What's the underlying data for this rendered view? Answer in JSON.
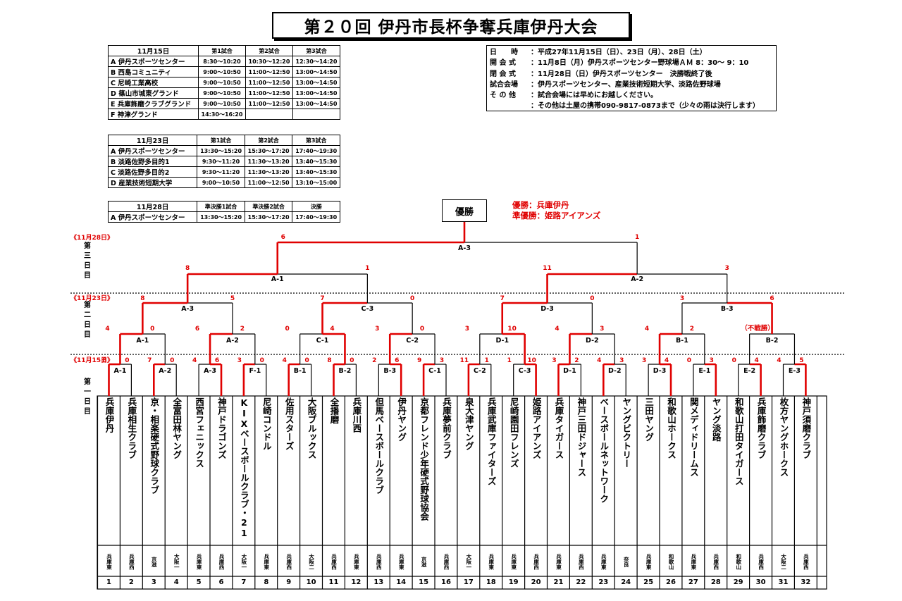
{
  "title": "第２０回 伊丹市長杯争奪兵庫伊丹大会",
  "schedule_1115": {
    "header": [
      "11月15日",
      "第1試合",
      "第2試合",
      "第3試合"
    ],
    "rows": [
      [
        "A 伊丹スポーツセンター",
        "8:30～10:20",
        "10:30～12:20",
        "12:30～14:20"
      ],
      [
        "B 西島コミュニティ",
        "9:00～10:50",
        "11:00～12:50",
        "13:00～14:50"
      ],
      [
        "C 尼崎工業高校",
        "9:00～10:50",
        "11:00～12:50",
        "13:00～14:50"
      ],
      [
        "D 篠山市城東グランド",
        "9:00～10:50",
        "11:00～12:50",
        "13:00～14:50"
      ],
      [
        "E 兵庫飾磨クラブグランド",
        "9:00～10:50",
        "11:00～12:50",
        "13:00～14:50"
      ],
      [
        "F 神津グランド",
        "14:30～16:20",
        "",
        ""
      ]
    ]
  },
  "schedule_1123": {
    "header": [
      "11月23日",
      "第1試合",
      "第2試合",
      "第3試合"
    ],
    "rows": [
      [
        "A 伊丹スポーツセンター",
        "13:30～15:20",
        "15:30～17:20",
        "17:40～19:30"
      ],
      [
        "B 淡路佐野多目的1",
        "9:30～11:20",
        "11:30～13:20",
        "13:40～15:30"
      ],
      [
        "C 淡路佐野多目的2",
        "9:30～11:20",
        "11:30～13:20",
        "13:40～15:30"
      ],
      [
        "D 産業技術短期大学",
        "9:00～10:50",
        "11:00～12:50",
        "13:10～15:00"
      ]
    ]
  },
  "schedule_1128": {
    "header": [
      "11月28日",
      "準決勝1試合",
      "準決勝2試合",
      "決勝"
    ],
    "rows": [
      [
        "A 伊丹スポーツセンター",
        "13:30～15:20",
        "15:30～17:20",
        "17:40～19:30"
      ]
    ]
  },
  "info": [
    {
      "k": "日　　時",
      "v": "：平成27年11月15日（日）、23日（月）、28日（土）"
    },
    {
      "k": "開 会 式",
      "v": "：11月8日（月）伊丹スポーツセンター野球場ＡＭ 8：30～ 9：10"
    },
    {
      "k": "閉 会 式",
      "v": "：11月28日（日）伊丹スポーツセンター　決勝戦終了後"
    },
    {
      "k": "試合会場",
      "v": "：伊丹スポーツセンター、産業技術短期大学、淡路佐野球場"
    },
    {
      "k": "そ の 他",
      "v": "：試合会場には早めにお越しください。"
    },
    {
      "k": "",
      "v": "：その他は土屋の携帯090-9817-0873まで（少々の雨は決行します）"
    }
  ],
  "champion_label": "優勝",
  "result_winner": "優勝：兵庫伊丹",
  "result_runnerup": "準優勝：姫路アイアンズ",
  "bye_note": "（不戦勝）",
  "day_labels": [
    {
      "date": "《11月28日》",
      "day": "第三日目"
    },
    {
      "date": "《11月23日》",
      "day": "第二日目"
    },
    {
      "date": "《11月15日》",
      "day": "第一日目"
    }
  ],
  "teams": [
    "兵庫伊丹",
    "兵庫相生クラブ",
    "京・相楽硬式野球クラブ",
    "全富田林ヤング",
    "西宮フェニックス",
    "神戸ドラゴンズ",
    "KIXベースボールクラブ・21",
    "尼崎コンドル",
    "佐用スターズ",
    "大阪ブルックス",
    "全播磨",
    "兵庫川西",
    "但馬ベースボールクラブ",
    "伊丹ヤング",
    "京都フレンド少年硬式野球協会",
    "兵庫夢前クラブ",
    "泉大津ヤング",
    "兵庫武庫ファイターズ",
    "尼崎園田フレンズ",
    "姫路アイアンズ",
    "兵庫タイガース",
    "神戸三田ドジャース",
    "ベースボールネットワーク",
    "ヤングビクトリー",
    "三田ヤング",
    "和歌山ホークス",
    "関メディドリームス",
    "ヤング淡路",
    "和歌山打田タイガース",
    "兵庫飾磨クラブ",
    "枚方ヤングホークス",
    "神戸須磨クラブ"
  ],
  "leagues": [
    "兵庫東",
    "兵庫西",
    "京滋",
    "大阪一",
    "兵庫東",
    "兵庫西",
    "大阪一",
    "兵庫東",
    "兵庫西",
    "大阪二",
    "兵庫西",
    "兵庫東",
    "兵庫西",
    "兵庫東",
    "京滋",
    "兵庫西",
    "大阪一",
    "兵庫東",
    "兵庫東",
    "兵庫西",
    "兵庫東",
    "兵庫西",
    "兵庫東",
    "奈良",
    "兵庫東",
    "和歌山",
    "兵庫東",
    "兵庫西",
    "和歌山",
    "兵庫西",
    "大阪二",
    "兵庫西"
  ],
  "numbers": [
    "1",
    "2",
    "3",
    "4",
    "5",
    "6",
    "7",
    "8",
    "9",
    "10",
    "11",
    "12",
    "13",
    "14",
    "15",
    "16",
    "17",
    "18",
    "19",
    "20",
    "21",
    "22",
    "23",
    "24",
    "25",
    "26",
    "27",
    "28",
    "29",
    "30",
    "31",
    "32"
  ],
  "r1_games": [
    {
      "label": "A-1",
      "s": [
        "8",
        "0"
      ],
      "w": 0
    },
    {
      "label": "A-2",
      "s": [
        "7",
        "0"
      ],
      "w": 0
    },
    {
      "label": "A-3",
      "s": [
        "4",
        "6"
      ],
      "w": 1
    },
    {
      "label": "F-1",
      "s": [
        "3",
        "0"
      ],
      "w": 0
    },
    {
      "label": "B-1",
      "s": [
        "4",
        "0"
      ],
      "w": 0
    },
    {
      "label": "B-2",
      "s": [
        "8",
        "0"
      ],
      "w": 0
    },
    {
      "label": "B-3",
      "s": [
        "2",
        "6"
      ],
      "w": 1
    },
    {
      "label": "C-1",
      "s": [
        "9",
        "3"
      ],
      "w": 0
    },
    {
      "label": "C-2",
      "s": [
        "11",
        "1"
      ],
      "w": 0
    },
    {
      "label": "C-3",
      "s": [
        "1",
        "10"
      ],
      "w": 1
    },
    {
      "label": "D-1",
      "s": [
        "3",
        "2"
      ],
      "w": 0
    },
    {
      "label": "D-2",
      "s": [
        "4",
        "3"
      ],
      "w": 0
    },
    {
      "label": "D-3",
      "s": [
        "3",
        "4"
      ],
      "w": 1
    },
    {
      "label": "E-1",
      "s": [
        "0",
        "3"
      ],
      "w": 1
    },
    {
      "label": "E-2",
      "s": [
        "0",
        "4"
      ],
      "w": 1
    },
    {
      "label": "E-3",
      "s": [
        "4",
        "5"
      ],
      "w": 1
    }
  ],
  "r2_games": [
    {
      "label": "A-1",
      "s": [
        "4",
        "0"
      ],
      "w": 0
    },
    {
      "label": "A-2",
      "s": [
        "6",
        "2"
      ],
      "w": 0
    },
    {
      "label": "C-1",
      "s": [
        "0",
        "4"
      ],
      "w": 1
    },
    {
      "label": "C-2",
      "s": [
        "3",
        "0"
      ],
      "w": 0
    },
    {
      "label": "D-1",
      "s": [
        "3",
        "10"
      ],
      "w": 1
    },
    {
      "label": "D-2",
      "s": [
        "4",
        "3"
      ],
      "w": 0
    },
    {
      "label": "B-1",
      "s": [
        "4",
        "2"
      ],
      "w": 0
    },
    {
      "label": "B-2",
      "s": [
        "",
        ""
      ],
      "w": 0
    }
  ],
  "r3_games": [
    {
      "label": "A-3",
      "s": [
        "8",
        "5"
      ],
      "w": 0
    },
    {
      "label": "C-3",
      "s": [
        "7",
        "0"
      ],
      "w": 0
    },
    {
      "label": "D-3",
      "s": [
        "7",
        "0"
      ],
      "w": 0
    },
    {
      "label": "B-3",
      "s": [
        "3",
        "6"
      ],
      "w": 1
    }
  ],
  "r4_games": [
    {
      "label": "A-1",
      "s": [
        "8",
        "1"
      ],
      "w": 0
    },
    {
      "label": "A-2",
      "s": [
        "11",
        "3"
      ],
      "w": 0
    }
  ],
  "final_game": {
    "label": "A-3",
    "s": [
      "6",
      "1"
    ],
    "w": 0
  }
}
